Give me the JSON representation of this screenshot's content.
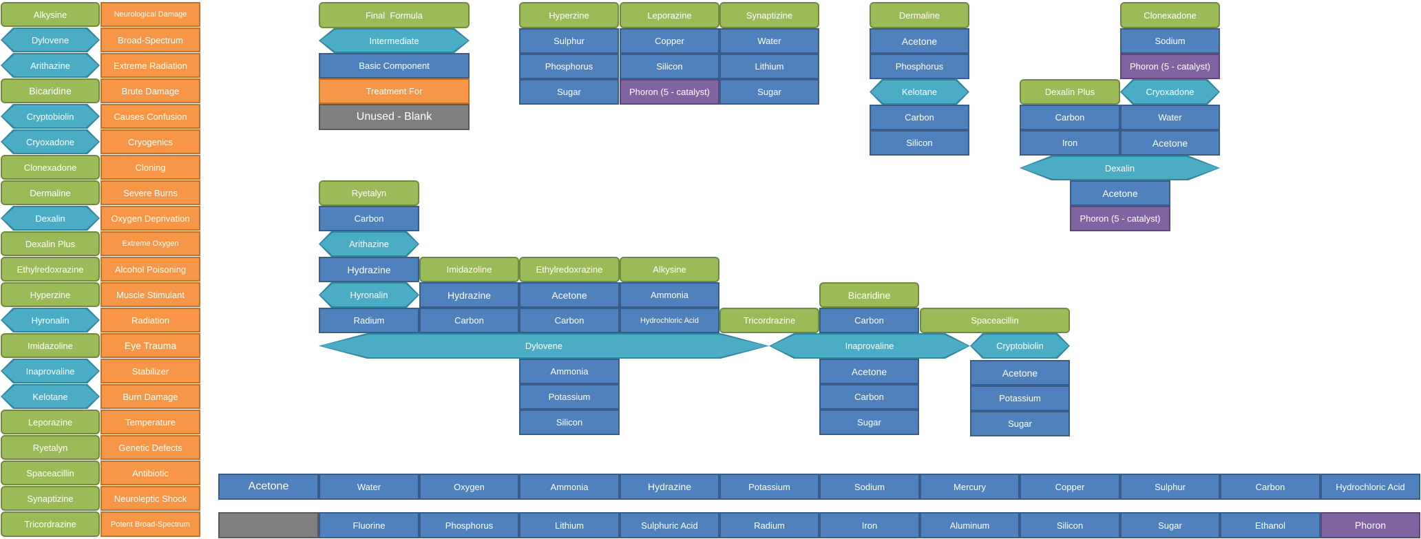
{
  "left_list": [
    {
      "name": "Alkysine",
      "kind": "final",
      "treatment": "Neurological Damage"
    },
    {
      "name": "Dylovene",
      "kind": "intermediate",
      "treatment": "Broad-Spectrum"
    },
    {
      "name": "Arithazine",
      "kind": "intermediate",
      "treatment": "Extreme Radiation"
    },
    {
      "name": "Bicaridine",
      "kind": "final",
      "treatment": "Brute Damage"
    },
    {
      "name": "Cryptobiolin",
      "kind": "intermediate",
      "treatment": "Causes Confusion"
    },
    {
      "name": "Cryoxadone",
      "kind": "intermediate",
      "treatment": "Cryogenics"
    },
    {
      "name": "Clonexadone",
      "kind": "final",
      "treatment": "Cloning"
    },
    {
      "name": "Dermaline",
      "kind": "final",
      "treatment": "Severe Burns"
    },
    {
      "name": "Dexalin",
      "kind": "intermediate",
      "treatment": "Oxygen Deprivation"
    },
    {
      "name": "Dexalin Plus",
      "kind": "final",
      "treatment": "Extreme Oxygen"
    },
    {
      "name": "Ethylredoxrazine",
      "kind": "final",
      "treatment": "Alcohol Poisoning"
    },
    {
      "name": "Hyperzine",
      "kind": "final",
      "treatment": "Muscle Stimulant"
    },
    {
      "name": "Hyronalin",
      "kind": "intermediate",
      "treatment": "Radiation"
    },
    {
      "name": "Imidazoline",
      "kind": "final",
      "treatment": "Eye Trauma"
    },
    {
      "name": "Inaprovaline",
      "kind": "intermediate",
      "treatment": "Stabilizer"
    },
    {
      "name": "Kelotane",
      "kind": "intermediate",
      "treatment": "Burn Damage"
    },
    {
      "name": "Leporazine",
      "kind": "final",
      "treatment": "Temperature"
    },
    {
      "name": "Ryetalyn",
      "kind": "final",
      "treatment": "Genetic Defects"
    },
    {
      "name": "Spaceacillin",
      "kind": "final",
      "treatment": "Antibiotic"
    },
    {
      "name": "Synaptizine",
      "kind": "final",
      "treatment": "Neuroleptic Shock"
    },
    {
      "name": "Tricordrazine",
      "kind": "final",
      "treatment": "Potent Broad-Spectrum"
    }
  ],
  "legend": {
    "final_formula": "Final  Formula",
    "intermediate": "Intermediate",
    "basic_component": "Basic Component",
    "treatment_for": "Treatment For",
    "unused": "Unused - Blank"
  },
  "recipes": {
    "hyperzine": {
      "title": "Hyperzine",
      "items": [
        "Sulphur",
        "Phosphorus",
        "Sugar"
      ]
    },
    "leporazine": {
      "title": "Leporazine",
      "items": [
        "Copper",
        "Silicon"
      ],
      "catalyst": "Phoron (5 - catalyst)"
    },
    "synaptizine": {
      "title": "Synaptizine",
      "items": [
        "Water",
        "Lithium",
        "Sugar"
      ]
    },
    "dermaline": {
      "title": "Dermaline",
      "items": [
        "Acetone",
        "Phosphorus"
      ],
      "intermediate": "Kelotane",
      "items2": [
        "Carbon",
        "Silicon"
      ]
    },
    "clonexadone": {
      "title": "Clonexadone",
      "items": [
        "Sodium"
      ],
      "catalyst": "Phoron (5 - catalyst)",
      "intermediate": "Cryoxadone",
      "items2": [
        "Water",
        "Acetone"
      ]
    },
    "dexalin_plus": {
      "title": "Dexalin Plus",
      "items": [
        "Carbon",
        "Iron"
      ]
    },
    "dexalin": {
      "title": "Dexalin",
      "items": [
        "Acetone"
      ],
      "catalyst": "Phoron (5 - catalyst)"
    },
    "ryetalyn": {
      "title": "Ryetalyn",
      "items": [
        "Carbon"
      ],
      "intermediate": "Arithazine",
      "items2": [
        "Hydrazine"
      ],
      "intermediate2": "Hyronalin",
      "items3": [
        "Radium"
      ]
    },
    "imidazoline": {
      "title": "Imidazoline",
      "items": [
        "Hydrazine",
        "Carbon"
      ]
    },
    "ethylredoxrazine": {
      "title": "Ethylredoxrazine",
      "items": [
        "Acetone",
        "Carbon"
      ]
    },
    "alkysine": {
      "title": "Alkysine",
      "items": [
        "Ammonia",
        "Hydrochloric Acid"
      ]
    },
    "tricordrazine": {
      "title": "Tricordrazine"
    },
    "bicaridine": {
      "title": "Bicaridine",
      "items": [
        "Carbon"
      ]
    },
    "spaceacillin": {
      "title": "Spaceacillin"
    },
    "dylovene": {
      "title": "Dylovene",
      "items": [
        "Ammonia",
        "Potassium",
        "Silicon"
      ]
    },
    "inaprovaline": {
      "title": "Inaprovaline",
      "items": [
        "Acetone",
        "Carbon",
        "Sugar"
      ]
    },
    "cryptobiolin": {
      "title": "Cryptobiolin",
      "items": [
        "Acetone",
        "Potassium",
        "Sugar"
      ]
    }
  },
  "basics_row1": [
    "Acetone",
    "Water",
    "Oxygen",
    "Ammonia",
    "Hydrazine",
    "Potassium",
    "Sodium",
    "Mercury",
    "Copper",
    "Sulphur",
    "Carbon",
    "Hydrochloric Acid"
  ],
  "basics_row2": [
    "",
    "Fluorine",
    "Phosphorus",
    "Lithium",
    "Sulphuric Acid",
    "Radium",
    "Iron",
    "Aluminum",
    "Silicon",
    "Sugar",
    "Ethanol",
    "Phoron"
  ],
  "colors": {
    "final": "#9bbb59",
    "intermediate": "#4bacc6",
    "basic": "#4f81bd",
    "treatment": "#f79646",
    "catalyst": "#8064a2",
    "unused": "#7f7f7f"
  }
}
